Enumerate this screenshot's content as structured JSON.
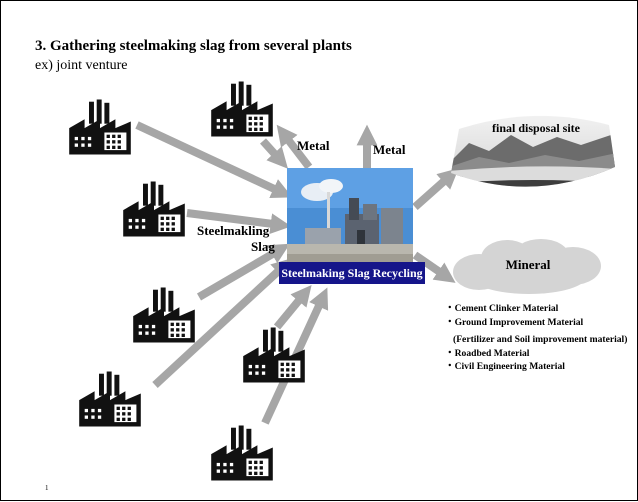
{
  "slide": {
    "title": "3. Gathering steelmaking slag from several plants",
    "subtitle": "ex) joint venture",
    "page_number": "1"
  },
  "labels": {
    "metal_left": "Metal",
    "metal_right": "Metal",
    "steelmaking": "Steelmakling",
    "slag": "Slag",
    "recycling": "Steelmaking Slag Recycling",
    "final_disposal": "final disposal site",
    "mineral": "Mineral"
  },
  "uses": {
    "cement": "・Cement Clinker Material",
    "ground": "・Ground Improvement Material",
    "fertilizer": "(Fertilizer and Soil improvement material)",
    "roadbed": "・Roadbed Material",
    "civil": "・Civil Engineering Material"
  },
  "colors": {
    "arrow": "#a6a6a6",
    "factory": "#111111",
    "label_bg": "#15158a",
    "cloud": "#d4d4d4"
  },
  "icons": [
    "factory-icon",
    "plant-photo",
    "landscape-image",
    "cloud-shape"
  ]
}
